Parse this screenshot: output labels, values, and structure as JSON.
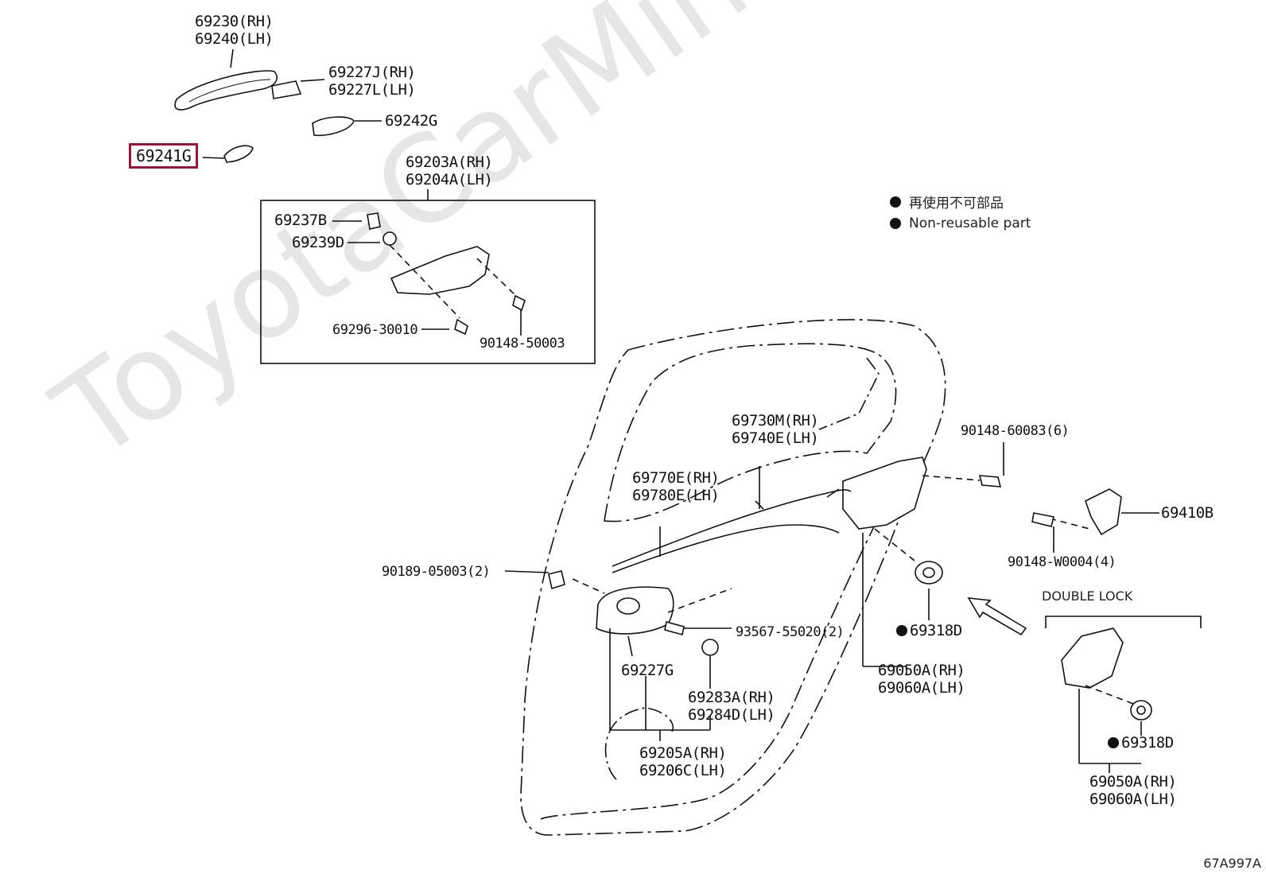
{
  "watermark": "ToyotaCarMine.ru",
  "diagram_code": "67A997A",
  "legend": {
    "japanese": "再使用不可部品",
    "english": "Non-reusable part"
  },
  "group_title": "DOUBLE LOCK",
  "highlighted_part": "69241G",
  "parts": {
    "p69230": [
      "69230(RH)",
      "69240(LH)"
    ],
    "p69227j": [
      "69227J(RH)",
      "69227L(LH)"
    ],
    "p69242g": "69242G",
    "p69203a": [
      "69203A(RH)",
      "69204A(LH)"
    ],
    "p69237b": "69237B",
    "p69239d": "69239D",
    "p69296": "69296-30010",
    "p90148_50003": "90148-50003",
    "p90148_60083": "90148-60083(6)",
    "p69730m": [
      "69730M(RH)",
      "69740E(LH)"
    ],
    "p69770e": [
      "69770E(RH)",
      "69780E(LH)"
    ],
    "p69410b": "69410B",
    "p90148_w0004": "90148-W0004(4)",
    "p90189": "90189-05003(2)",
    "p93567": "93567-55020(2)",
    "p69318d_a": "69318D",
    "p69227g": "69227G",
    "p69283a": [
      "69283A(RH)",
      "69284D(LH)"
    ],
    "p69050a_a": [
      "69050A(RH)",
      "69060A(LH)"
    ],
    "p69205a": [
      "69205A(RH)",
      "69206C(LH)"
    ],
    "p69318d_b": "69318D",
    "p69050a_b": [
      "69050A(RH)",
      "69060A(LH)"
    ]
  },
  "colors": {
    "highlight": "#8b1a3a",
    "line": "#111111",
    "watermark": "#e6e6e6"
  }
}
